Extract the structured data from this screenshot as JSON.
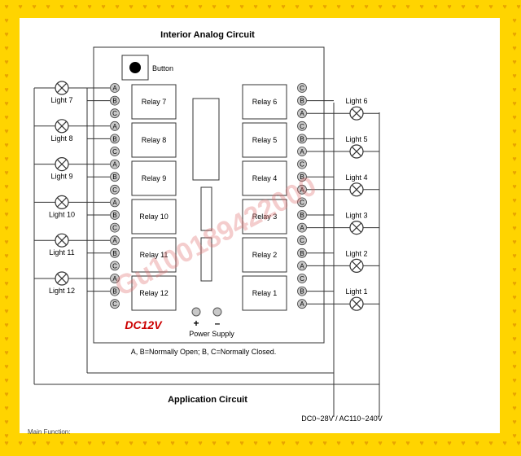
{
  "titles": {
    "interior": "Interior Analog Circuit",
    "application": "Application Circuit"
  },
  "button_label": "Button",
  "model_label": "DC12V",
  "power_supply": {
    "label": "Power Supply",
    "plus": "+",
    "minus": "–"
  },
  "note": "A, B=Normally Open; B, C=Normally Closed.",
  "power_input": "DC0~28V / AC110~240V",
  "footer_cut_text": "Main Function:",
  "watermark": "Gu100189422000",
  "relays_left": [
    "Relay 7",
    "Relay 8",
    "Relay 9",
    "Relay 10",
    "Relay 11",
    "Relay 12"
  ],
  "relays_right": [
    "Relay 6",
    "Relay 5",
    "Relay 4",
    "Relay 3",
    "Relay 2",
    "Relay 1"
  ],
  "lights_left": [
    "Light 7",
    "Light 8",
    "Light 9",
    "Light 10",
    "Light 11",
    "Light 12"
  ],
  "lights_right": [
    "Light 6",
    "Light 5",
    "Light 4",
    "Light 3",
    "Light 2",
    "Light 1"
  ],
  "terminals_left": [
    "A",
    "B",
    "C",
    "A",
    "B",
    "C",
    "A",
    "B",
    "C",
    "A",
    "B",
    "C",
    "A",
    "B",
    "C",
    "A",
    "B",
    "C"
  ],
  "terminals_right": [
    "C",
    "B",
    "A",
    "C",
    "B",
    "A",
    "C",
    "B",
    "A",
    "C",
    "B",
    "A",
    "C",
    "B",
    "A",
    "C",
    "B",
    "A"
  ],
  "colors": {
    "border": "#ffd400",
    "heart": "#e8a400",
    "model_text": "#cc0000",
    "watermark": "#e07070",
    "terminal_fill": "#c8c8c8"
  }
}
